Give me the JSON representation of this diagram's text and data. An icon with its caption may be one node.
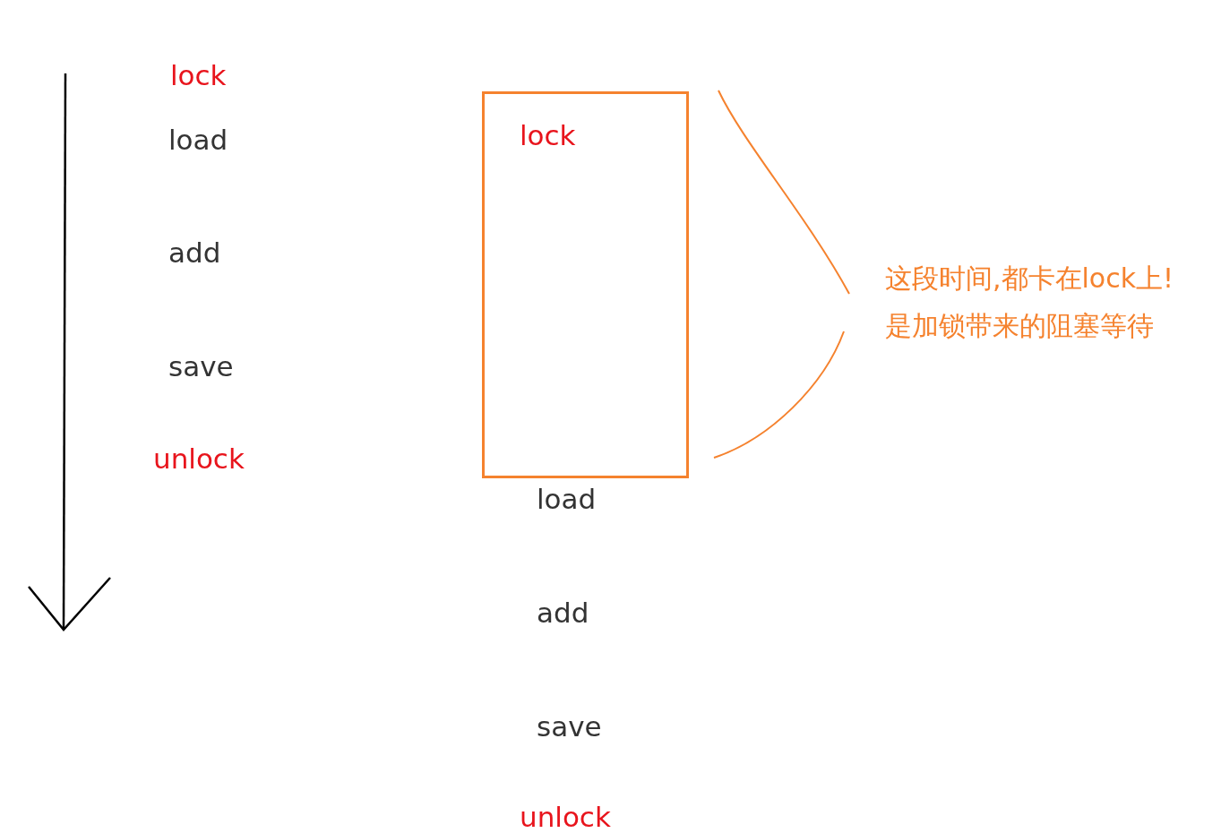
{
  "diagram": {
    "nodes": [
      {
        "text": [
          "lock"
        ]
      }
    ],
    "labels": [
      "lock",
      "load",
      "add",
      "save",
      "unlock",
      "load",
      "add",
      "save",
      "unlock",
      "这段时间,都卡在lock上!",
      "是加锁带来的阻塞等待"
    ]
  }
}
